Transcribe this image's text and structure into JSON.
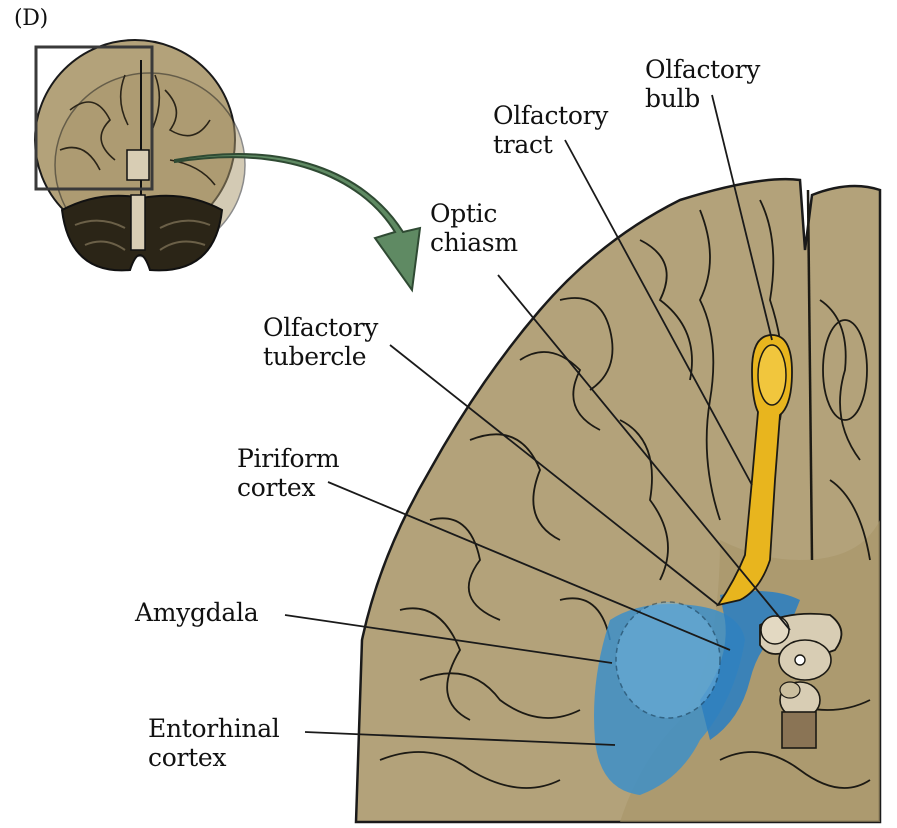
{
  "panel_letter": "(D)",
  "labels": {
    "olfactory_bulb": [
      "Olfactory",
      "bulb"
    ],
    "olfactory_tract": [
      "Olfactory",
      "tract"
    ],
    "optic_chiasm": [
      "Optic",
      "chiasm"
    ],
    "olfactory_tubercle": [
      "Olfactory",
      "tubercle"
    ],
    "piriform_cortex": [
      "Piriform",
      "cortex"
    ],
    "amygdala": [
      "Amygdala"
    ],
    "entorhinal_cortex": [
      "Entorhinal",
      "cortex"
    ]
  },
  "colors": {
    "brain_fill": "#b3a27a",
    "brain_outline": "#1a1a1a",
    "olfactory_yellow": "#e8b51e",
    "limbic_blue": "#3d8fc8",
    "arrow_green": "#5f8a63",
    "cerebellum_dark": "#2b2517",
    "brainstem": "#d8cdb4"
  }
}
